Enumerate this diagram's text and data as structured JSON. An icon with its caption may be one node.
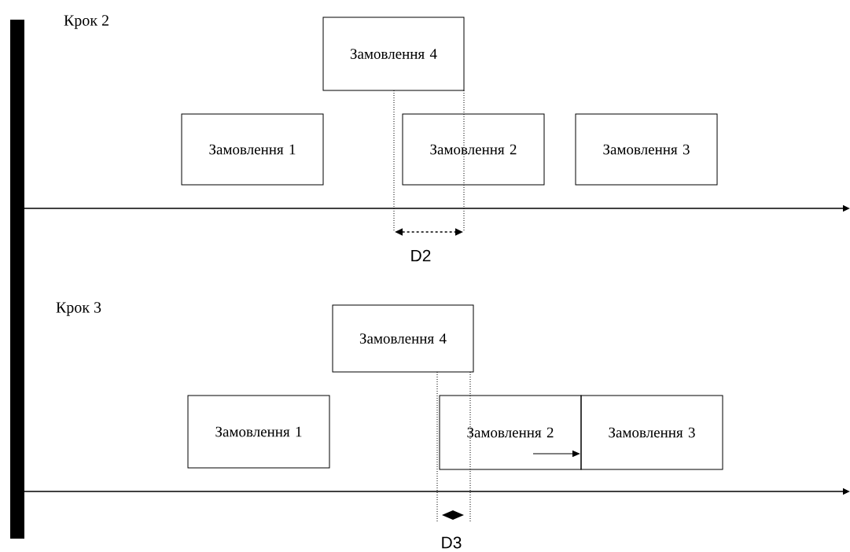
{
  "diagram": {
    "nodes": [
      {
        "text": [
          "Замовлення 4"
        ]
      },
      {
        "text": [
          "Замовлення 1"
        ]
      },
      {
        "text": [
          "Замовлення 2"
        ]
      },
      {
        "text": [
          "Замовлення 3"
        ]
      },
      {
        "text": [
          "Замовлення 4"
        ]
      },
      {
        "text": [
          "Замовлення 1"
        ]
      },
      {
        "text": [
          "Замовлення 2"
        ]
      },
      {
        "text": [
          "Замовлення 3"
        ]
      }
    ],
    "labels": [
      "Крок 2",
      "D2",
      "Крок 3",
      "D3"
    ]
  }
}
